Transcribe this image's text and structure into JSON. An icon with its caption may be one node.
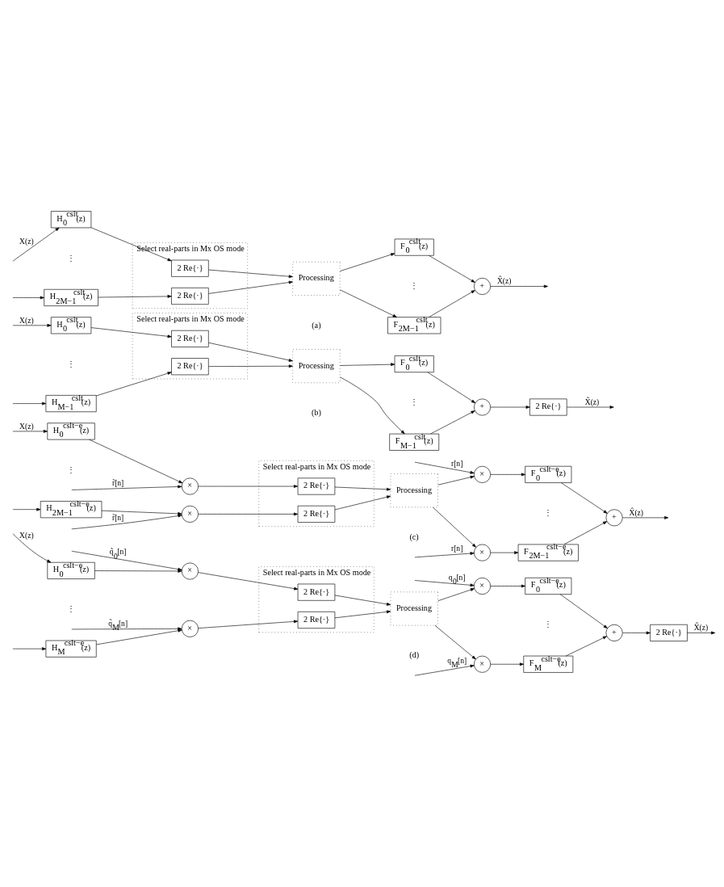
{
  "diagram": {
    "nodes": [
      {
        "text": [
          "Select real-parts in Mx OS mode"
        ]
      },
      {
        "text": [
          "H$_{0}$$^{cslt}$(z)"
        ]
      },
      {
        "text": [
          "H$_{2M−1}$$^{cslt}$(z)"
        ]
      },
      {
        "text": [
          "2 Re{·}"
        ],
        "in": 0
      },
      {
        "text": [
          "2 Re{·}"
        ],
        "in": 0
      },
      {
        "text": [
          "Processing"
        ]
      },
      {
        "text": [
          "F$_{0}$$^{cslt}$(z)"
        ]
      },
      {
        "text": [
          "F$_{2M−1}$$^{cslt}$(z)"
        ]
      },
      {
        "text": [
          "+"
        ]
      },
      {
        "text": [
          "Select real-parts in Mx OS mode"
        ]
      },
      {
        "text": [
          "H$_{0}$$^{cslt}$(z)"
        ]
      },
      {
        "text": [
          "H$_{M−1}$$^{cslt}$(z)"
        ]
      },
      {
        "text": [
          "2 Re{·}"
        ],
        "in": 9
      },
      {
        "text": [
          "2 Re{·}"
        ],
        "in": 9
      },
      {
        "text": [
          "Processing"
        ]
      },
      {
        "text": [
          "F$_{0}$$^{cslt}$(z)"
        ]
      },
      {
        "text": [
          "F$_{M−1}$$^{cslt}$(z)"
        ]
      },
      {
        "text": [
          "+"
        ]
      },
      {
        "text": [
          "2 Re{·}"
        ]
      },
      {
        "text": [
          "Select real-parts in Mx OS mode"
        ]
      },
      {
        "text": [
          "H$_{0}$$^{cslt−e}$(z)"
        ]
      },
      {
        "text": [
          "H$_{2M−1}$$^{cslt−e}$(z)"
        ]
      },
      {
        "text": [
          "×"
        ]
      },
      {
        "text": [
          "×"
        ]
      },
      {
        "text": [
          "2 Re{·}"
        ],
        "in": 19
      },
      {
        "text": [
          "2 Re{·}"
        ],
        "in": 19
      },
      {
        "text": [
          "Processing"
        ]
      },
      {
        "text": [
          "×"
        ]
      },
      {
        "text": [
          "×"
        ]
      },
      {
        "text": [
          "F$_{0}$$^{cslt−e}$(z)"
        ]
      },
      {
        "text": [
          "F$_{2M−1}$$^{cslt−e}$(z)"
        ]
      },
      {
        "text": [
          "+"
        ]
      },
      {
        "text": [
          "Select real-parts in Mx OS mode"
        ]
      },
      {
        "text": [
          "H$_{0}$$^{cslt−e}$(z)"
        ]
      },
      {
        "text": [
          "H$_{M}$$^{cslt−e}$(z)"
        ]
      },
      {
        "text": [
          "×"
        ]
      },
      {
        "text": [
          "×"
        ]
      },
      {
        "text": [
          "2 Re{·}"
        ],
        "in": 32
      },
      {
        "text": [
          "2 Re{·}"
        ],
        "in": 32
      },
      {
        "text": [
          "Processing"
        ]
      },
      {
        "text": [
          "×"
        ]
      },
      {
        "text": [
          "×"
        ]
      },
      {
        "text": [
          "F$_{0}$$^{cslt−e}$(z)"
        ]
      },
      {
        "text": [
          "F$_{M}$$^{cslt−e}$(z)"
        ]
      },
      {
        "text": [
          "+"
        ]
      },
      {
        "text": [
          "2 Re{·}"
        ]
      }
    ],
    "edges": [
      {
        "from": null,
        "to": 1,
        "arrow": "to",
        "label": "X(z)"
      },
      {
        "from": null,
        "to": 2,
        "arrow": "to"
      },
      {
        "from": 1,
        "to": 3,
        "arrow": "to"
      },
      {
        "from": 2,
        "to": 4,
        "arrow": "to"
      },
      {
        "from": 3,
        "to": 5,
        "arrow": "to"
      },
      {
        "from": 4,
        "to": 5,
        "arrow": "to"
      },
      {
        "from": 5,
        "to": 6,
        "arrow": "to"
      },
      {
        "from": 5,
        "to": 7,
        "arrow": "to"
      },
      {
        "from": 6,
        "to": 8,
        "arrow": "to"
      },
      {
        "from": 7,
        "to": 8,
        "arrow": "to"
      },
      {
        "from": 8,
        "to": null,
        "arrow": "to",
        "label": "X̂(z)"
      },
      {
        "from": null,
        "to": 10,
        "arrow": "to",
        "label": "X(z)"
      },
      {
        "from": null,
        "to": 11,
        "arrow": "to"
      },
      {
        "from": 10,
        "to": 12,
        "arrow": "to"
      },
      {
        "from": 11,
        "to": 13,
        "arrow": "to"
      },
      {
        "from": 12,
        "to": 14,
        "arrow": "to"
      },
      {
        "from": 13,
        "to": 14,
        "arrow": "to"
      },
      {
        "from": 14,
        "to": 15,
        "arrow": "to"
      },
      {
        "from": 14,
        "to": 16,
        "arrow": "to"
      },
      {
        "from": 15,
        "to": 17,
        "arrow": "to"
      },
      {
        "from": 16,
        "to": 17,
        "arrow": "to"
      },
      {
        "from": 17,
        "to": 18,
        "arrow": "to"
      },
      {
        "from": 18,
        "to": null,
        "arrow": "to",
        "label": "X̂(z)"
      },
      {
        "from": null,
        "to": 20,
        "arrow": "to",
        "label": "X(z)"
      },
      {
        "from": null,
        "to": 21,
        "arrow": "to"
      },
      {
        "from": 20,
        "to": 22,
        "arrow": "to"
      },
      {
        "from": 21,
        "to": 23,
        "arrow": "to"
      },
      {
        "from": null,
        "to": 22,
        "arrow": "to",
        "label": "r̃[n]"
      },
      {
        "from": null,
        "to": 23,
        "arrow": "to",
        "label": "r̃[n]"
      },
      {
        "from": 22,
        "to": 24,
        "arrow": "to"
      },
      {
        "from": 23,
        "to": 25,
        "arrow": "to"
      },
      {
        "from": 24,
        "to": 26,
        "arrow": "to"
      },
      {
        "from": 25,
        "to": 26,
        "arrow": "to"
      },
      {
        "from": 26,
        "to": 27,
        "arrow": "to"
      },
      {
        "from": 26,
        "to": 28,
        "arrow": "to"
      },
      {
        "from": null,
        "to": 27,
        "arrow": "to",
        "label": "r[n]"
      },
      {
        "from": null,
        "to": 28,
        "arrow": "to",
        "label": "r[n]"
      },
      {
        "from": 27,
        "to": 29,
        "arrow": "to"
      },
      {
        "from": 28,
        "to": 30,
        "arrow": "to"
      },
      {
        "from": 29,
        "to": 31,
        "arrow": "to"
      },
      {
        "from": 30,
        "to": 31,
        "arrow": "to"
      },
      {
        "from": 31,
        "to": null,
        "arrow": "to",
        "label": "X̂(z)"
      },
      {
        "from": null,
        "to": 33,
        "arrow": "to",
        "label": "X(z)"
      },
      {
        "from": null,
        "to": 34,
        "arrow": "to"
      },
      {
        "from": 33,
        "to": 35,
        "arrow": "to"
      },
      {
        "from": 34,
        "to": 36,
        "arrow": "to"
      },
      {
        "from": null,
        "to": 35,
        "arrow": "to",
        "label": "q̃$_{0}$[n]"
      },
      {
        "from": null,
        "to": 36,
        "arrow": "to",
        "label": "q̃$_{M}$[n]"
      },
      {
        "from": 35,
        "to": 37,
        "arrow": "to"
      },
      {
        "from": 36,
        "to": 38,
        "arrow": "to"
      },
      {
        "from": 37,
        "to": 39,
        "arrow": "to"
      },
      {
        "from": 38,
        "to": 39,
        "arrow": "to"
      },
      {
        "from": 39,
        "to": 40,
        "arrow": "to"
      },
      {
        "from": 39,
        "to": 41,
        "arrow": "to"
      },
      {
        "from": null,
        "to": 40,
        "arrow": "to",
        "label": "q$_{0}$[n]"
      },
      {
        "from": null,
        "to": 41,
        "arrow": "to",
        "label": "q$_{M}$[n]"
      },
      {
        "from": 40,
        "to": 42,
        "arrow": "to"
      },
      {
        "from": 41,
        "to": 43,
        "arrow": "to"
      },
      {
        "from": 42,
        "to": 44,
        "arrow": "to"
      },
      {
        "from": 43,
        "to": 44,
        "arrow": "to"
      },
      {
        "from": 44,
        "to": 45,
        "arrow": "to"
      },
      {
        "from": 45,
        "to": null,
        "arrow": "to",
        "label": "X̂(z)"
      }
    ],
    "labels": [
      "⋮",
      "⋮",
      "(a)",
      "⋮",
      "⋮",
      "(b)",
      "⋮",
      "⋮",
      "(c)",
      "⋮",
      "⋮",
      "(d)"
    ]
  }
}
